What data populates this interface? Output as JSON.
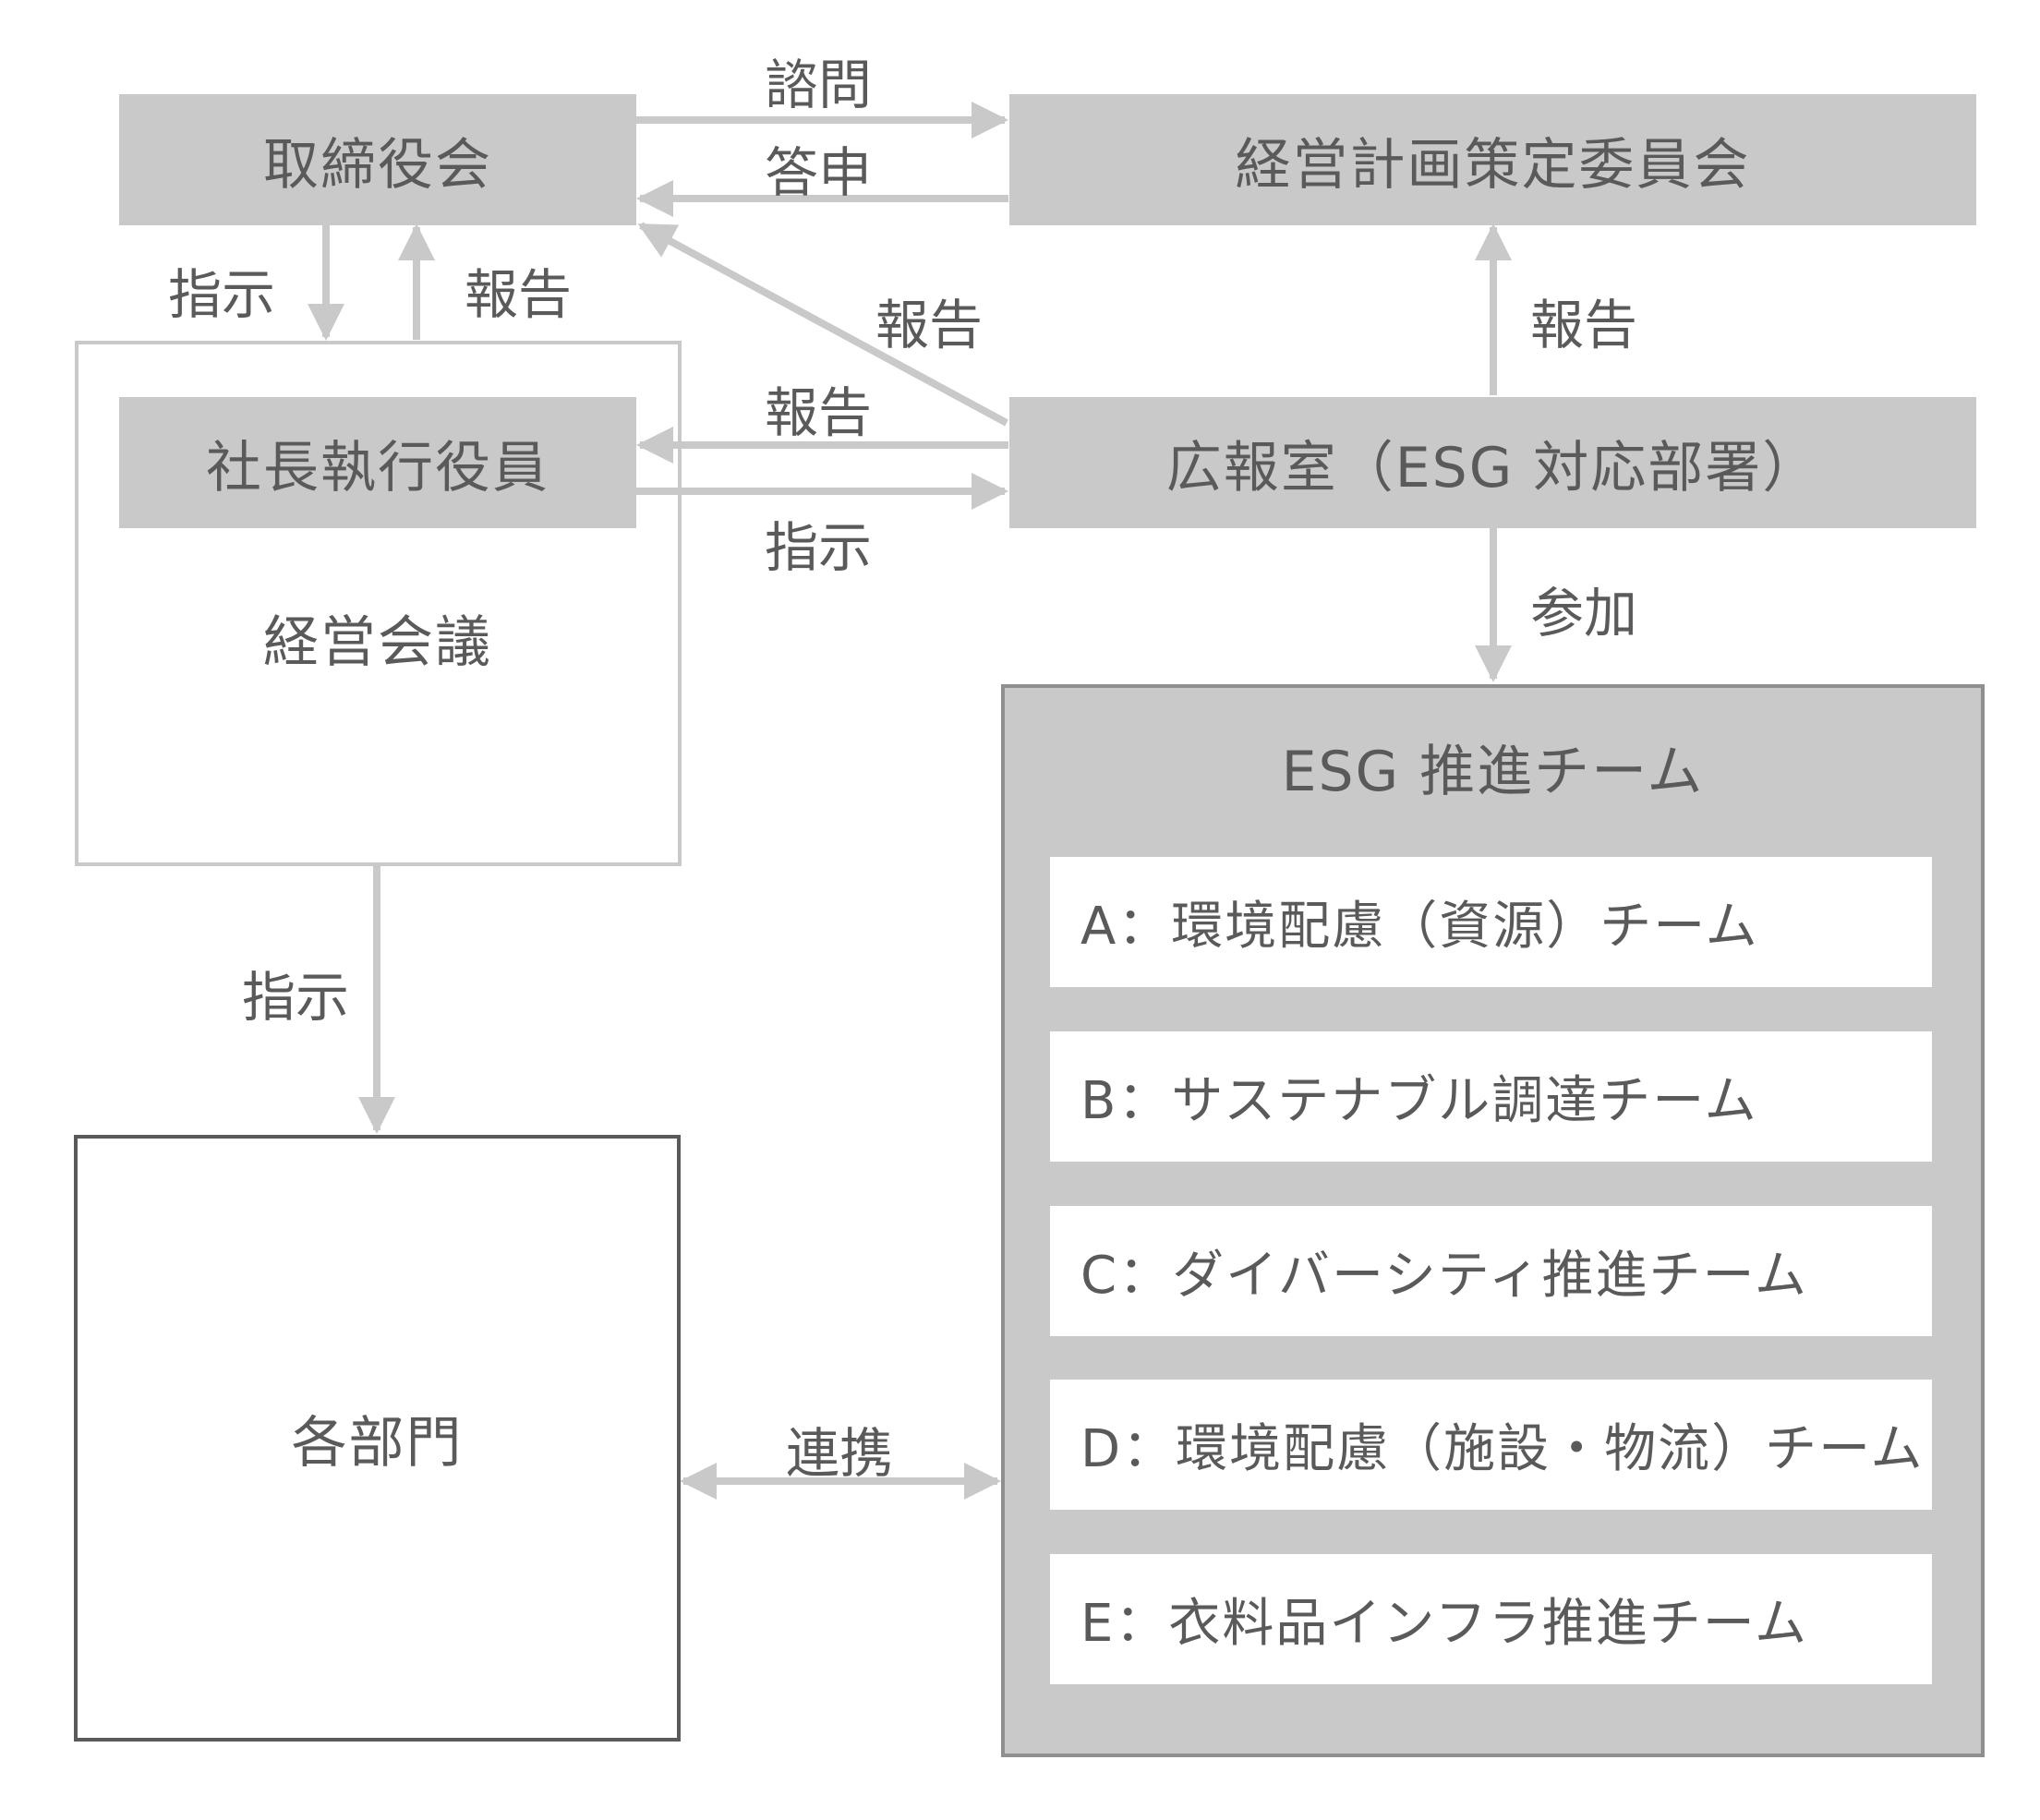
{
  "nodes": {
    "board": "取締役会",
    "planning_committee": "経営計画策定委員会",
    "ceo": "社長執行役員",
    "management_meeting": "経営会議",
    "pr_office": "広報室（ESG 対応部署）",
    "departments": "各部門",
    "esg_team": "ESG 推進チーム"
  },
  "teams": [
    "A：環境配慮（資源）チーム",
    "B：サステナブル調達チーム",
    "C：ダイバーシティ推進チーム",
    "D：環境配慮（施設・物流）チーム",
    "E：衣料品インフラ推進チーム"
  ],
  "edge_labels": {
    "consult": "諮問",
    "answer": "答申",
    "board_instruct": "指示",
    "board_report": "報告",
    "pr_to_board_report": "報告",
    "pr_to_committee_report": "報告",
    "pr_to_ceo_report": "報告",
    "ceo_to_pr_instruct": "指示",
    "pr_participate": "参加",
    "meeting_instruct": "指示",
    "collaborate": "連携"
  }
}
